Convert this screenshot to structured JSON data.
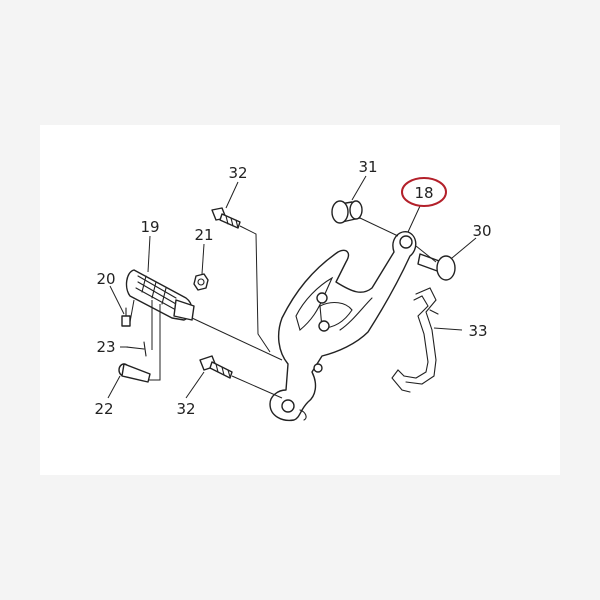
{
  "diagram": {
    "highlight_color": "#b3202a",
    "callouts": {
      "c18": "18",
      "c19": "19",
      "c20": "20",
      "c21": "21",
      "c22": "22",
      "c23": "23",
      "c30": "30",
      "c31": "31",
      "c32a": "32",
      "c32b": "32",
      "c33": "33"
    }
  }
}
